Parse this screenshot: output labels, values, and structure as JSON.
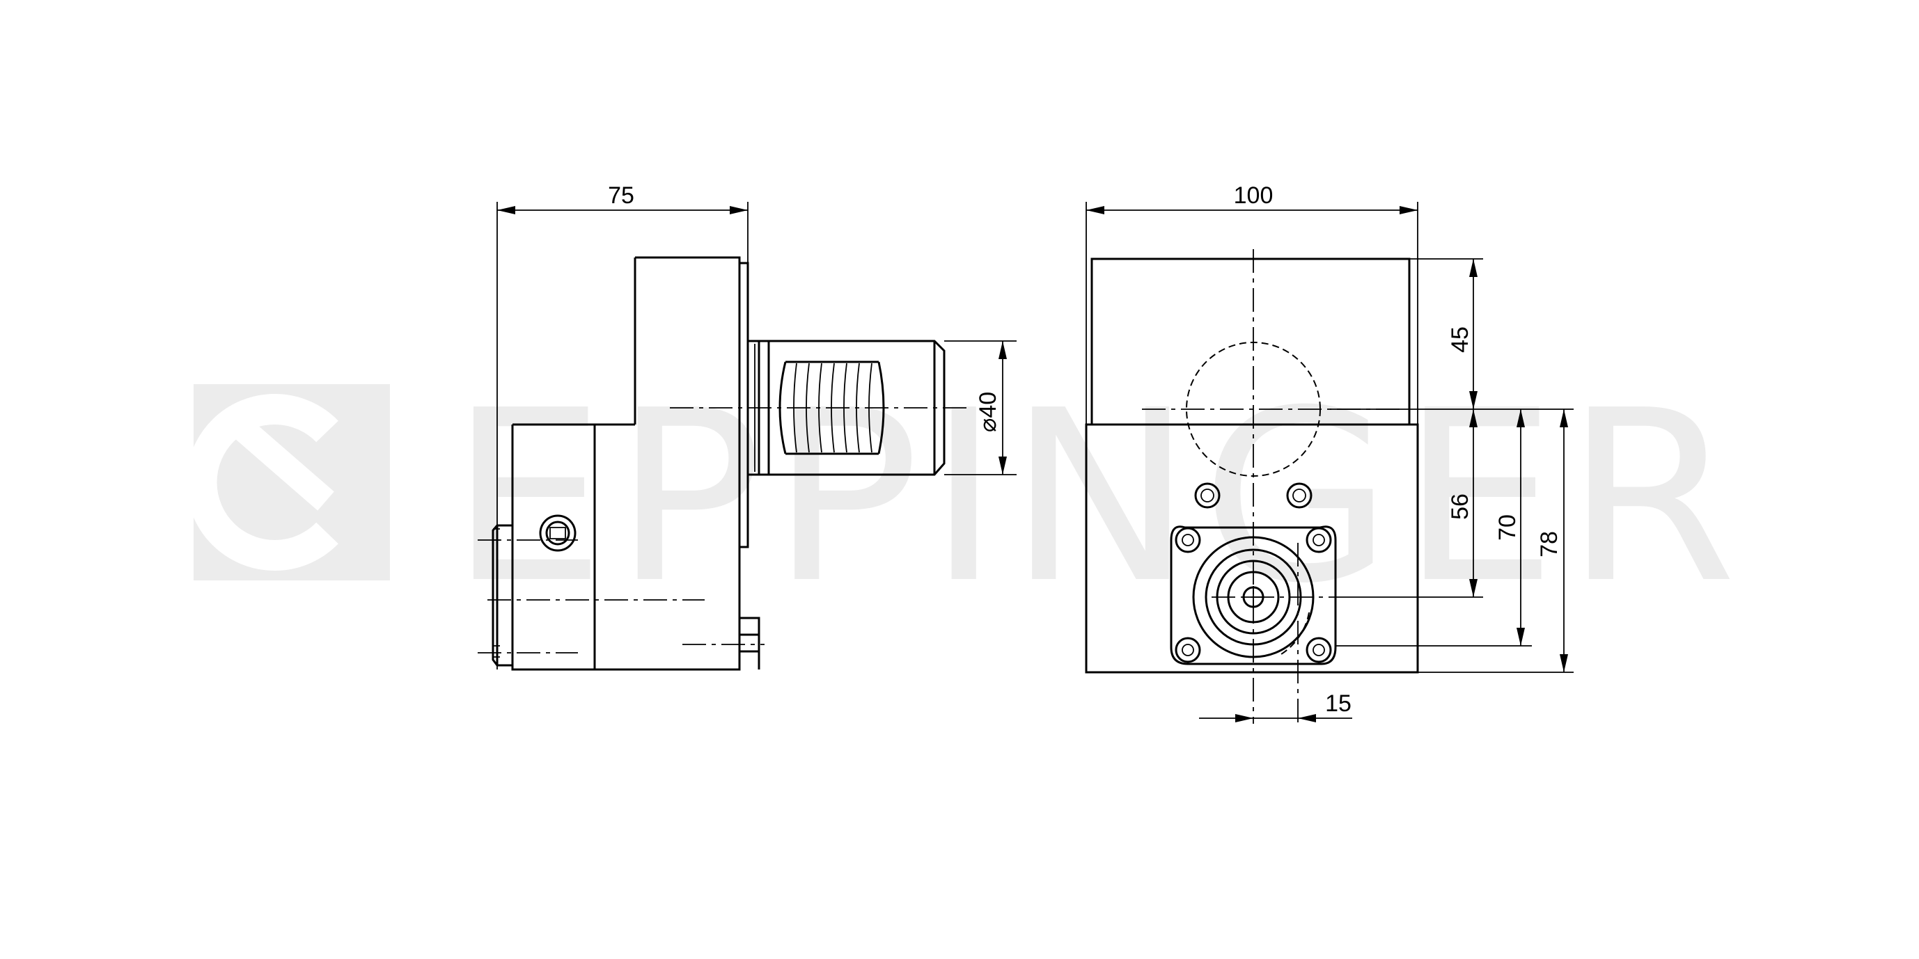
{
  "watermark": {
    "brand": "EPPINGER",
    "color": "#ececec"
  },
  "dimensions": {
    "side_width": "75",
    "front_width": "100",
    "height_45": "45",
    "height_56": "56",
    "height_70": "70",
    "height_78": "78",
    "offset_15": "15",
    "shank_diameter": "⌀40"
  },
  "colors": {
    "line": "#000000",
    "background": "#ffffff"
  }
}
